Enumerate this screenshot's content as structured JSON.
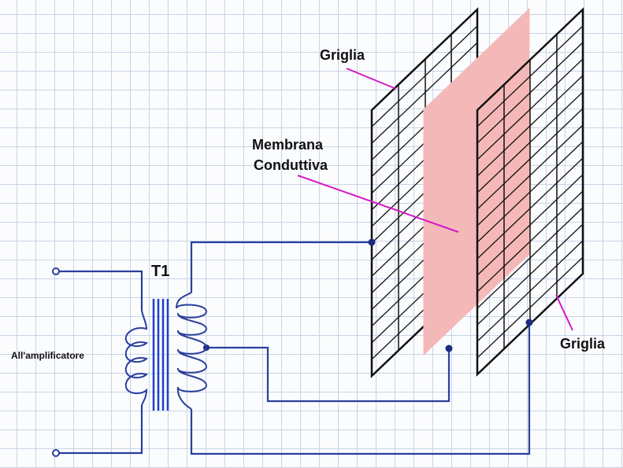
{
  "labels": {
    "griglia_top": "Griglia",
    "membrana_line1": "Membrana",
    "membrana_line2": "Conduttiva",
    "griglia_bottom": "Griglia",
    "transformer": "T1",
    "input": "All'amplificatore"
  },
  "colors": {
    "wire": "#2a3f9c",
    "grid_frame": "#111111",
    "membrane": "#f5b8b8",
    "pointer": "#d617c8",
    "core": "#1d3fd0"
  }
}
